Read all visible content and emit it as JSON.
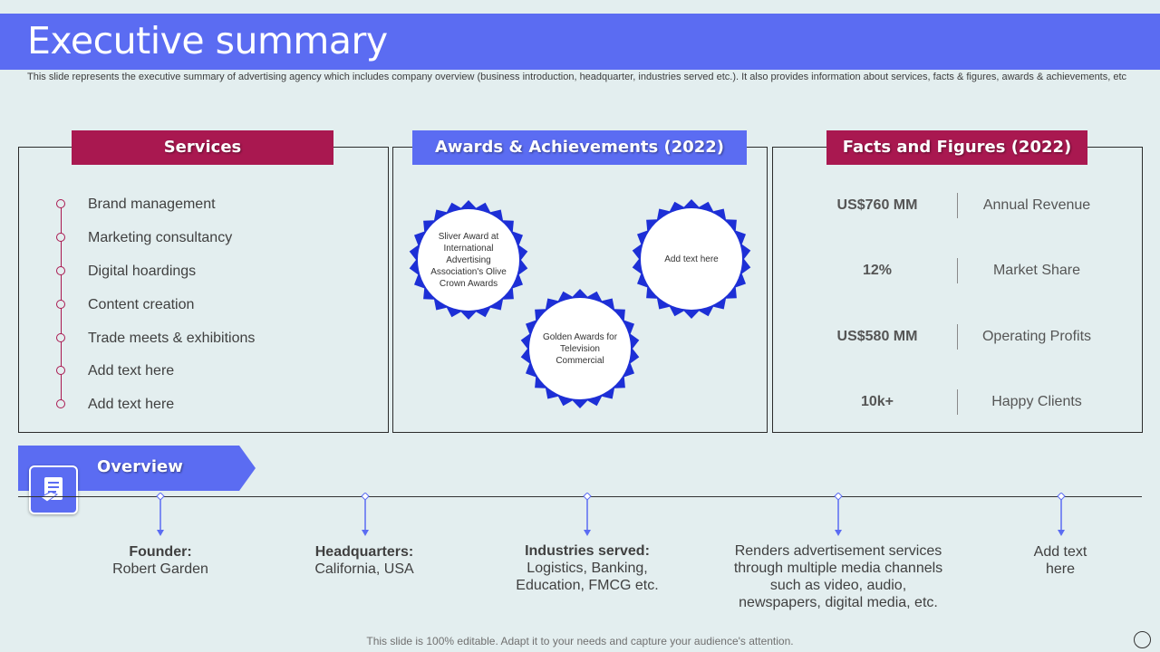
{
  "slide": {
    "title": "Executive summary",
    "subtitle": "This slide represents the executive summary of advertising agency which includes company overview (business introduction, headquarter, industries served etc.). It also provides information about services, facts & figures, awards & achievements, etc",
    "footer": "This slide is 100% editable. Adapt it to your needs and capture your audience's attention."
  },
  "services": {
    "heading": "Services",
    "items": [
      "Brand management",
      "Marketing consultancy",
      "Digital hoardings",
      "Content creation",
      "Trade meets & exhibitions",
      "Add text here",
      "Add text here"
    ]
  },
  "awards": {
    "heading": "Awards & Achievements (2022)",
    "badges": [
      "Sliver Award at International Advertising Association's Olive Crown Awards",
      "Golden Awards for Television Commercial",
      "Add text here"
    ]
  },
  "facts": {
    "heading": "Facts and Figures (2022)",
    "rows": [
      {
        "value": "US$760 MM",
        "label": "Annual Revenue"
      },
      {
        "value": "12%",
        "label": "Market Share"
      },
      {
        "value": "US$580 MM",
        "label": "Operating Profits"
      },
      {
        "value": "10k+",
        "label": "Happy Clients"
      }
    ]
  },
  "overview": {
    "heading": "Overview",
    "icon": "document-icon",
    "items": [
      {
        "title": "Founder:",
        "text": "Robert Garden"
      },
      {
        "title": "Headquarters:",
        "text": "California, USA"
      },
      {
        "title": "Industries served:",
        "text": "Logistics, Banking, Education, FMCG etc."
      },
      {
        "title": "",
        "text": "Renders advertisement services through multiple media channels such as video, audio, newspapers, digital media, etc."
      },
      {
        "title": "",
        "text": "Add text here"
      }
    ]
  },
  "colors": {
    "accent_blue": "#5b6cf2",
    "accent_magenta": "#a91850",
    "badge_blue": "#1d2fd6",
    "background": "#e3eeef"
  }
}
